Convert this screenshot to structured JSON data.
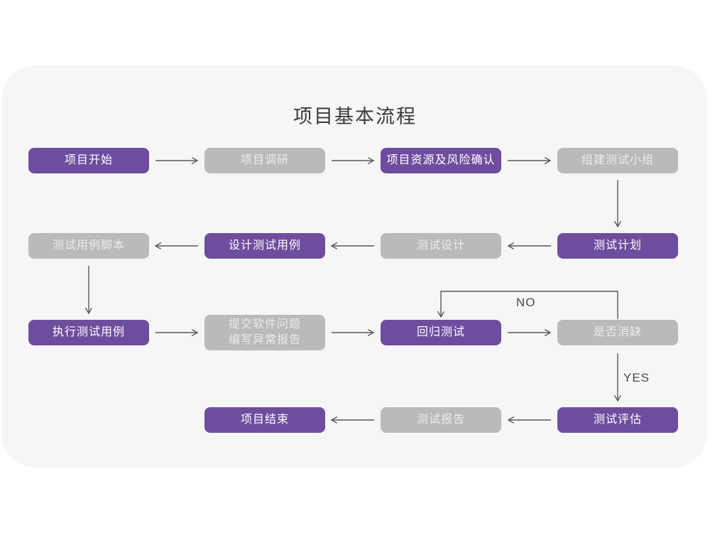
{
  "title": "项目基本流程",
  "diagram": {
    "nodes": [
      {
        "label": "项目开始",
        "variant": "purple"
      },
      {
        "label": "项目调研",
        "variant": "gray"
      },
      {
        "label": "项目资源及风险确认",
        "variant": "purple"
      },
      {
        "label": "组建测试小组",
        "variant": "gray"
      },
      {
        "label": "测试用例脚本",
        "variant": "gray"
      },
      {
        "label": "设计测试用例",
        "variant": "purple"
      },
      {
        "label": "测试设计",
        "variant": "gray"
      },
      {
        "label": "测试计划",
        "variant": "purple"
      },
      {
        "label": "执行测试用例",
        "variant": "purple"
      },
      {
        "label": "提交软件问题\n编写异常报告",
        "variant": "gray"
      },
      {
        "label": "回归测试",
        "variant": "purple"
      },
      {
        "label": "是否消缺",
        "variant": "gray"
      },
      {
        "label": "项目结束",
        "variant": "purple"
      },
      {
        "label": "测试报告",
        "variant": "gray"
      },
      {
        "label": "测试评估",
        "variant": "purple"
      }
    ],
    "edge_labels": {
      "no": "NO",
      "yes": "YES"
    }
  },
  "colors": {
    "purple": "#6e4d9e",
    "gray": "#bababa",
    "card_bg": "#f6f6f7",
    "arrow": "#58585a",
    "title_color": "#3a3a3a",
    "gray_text": "#ebebeb"
  }
}
